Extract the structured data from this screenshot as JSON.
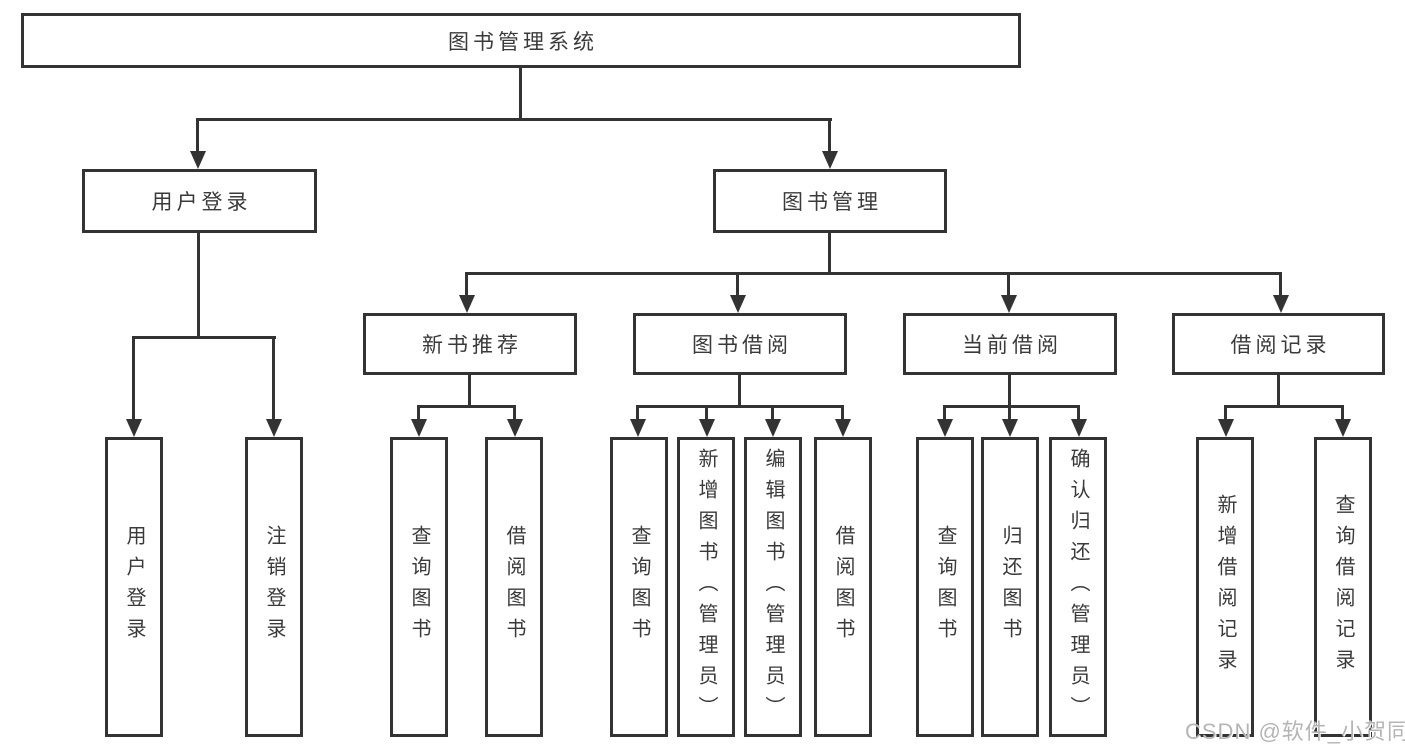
{
  "watermark": "CSDN @软件_小贺同学",
  "colors": {
    "line": "#333333",
    "text": "#3a3a3a",
    "watermark": "#b5b5b5",
    "background": "#ffffff"
  },
  "tree": {
    "root": {
      "label": "图书管理系统"
    },
    "level1": [
      {
        "label": "用户登录"
      },
      {
        "label": "图书管理"
      }
    ],
    "level2": [
      {
        "label": "新书推荐"
      },
      {
        "label": "图书借阅"
      },
      {
        "label": "当前借阅"
      },
      {
        "label": "借阅记录"
      }
    ],
    "level3": [
      {
        "label": "用户登录"
      },
      {
        "label": "注销登录"
      },
      {
        "label": "查询图书"
      },
      {
        "label": "借阅图书"
      },
      {
        "label": "查询图书"
      },
      {
        "label": "新增图书（管理员）"
      },
      {
        "label": "编辑图书（管理员）"
      },
      {
        "label": "借阅图书"
      },
      {
        "label": "查询图书"
      },
      {
        "label": "归还图书"
      },
      {
        "label": "确认归还（管理员）"
      },
      {
        "label": "新增借阅记录"
      },
      {
        "label": "查询借阅记录"
      }
    ]
  }
}
